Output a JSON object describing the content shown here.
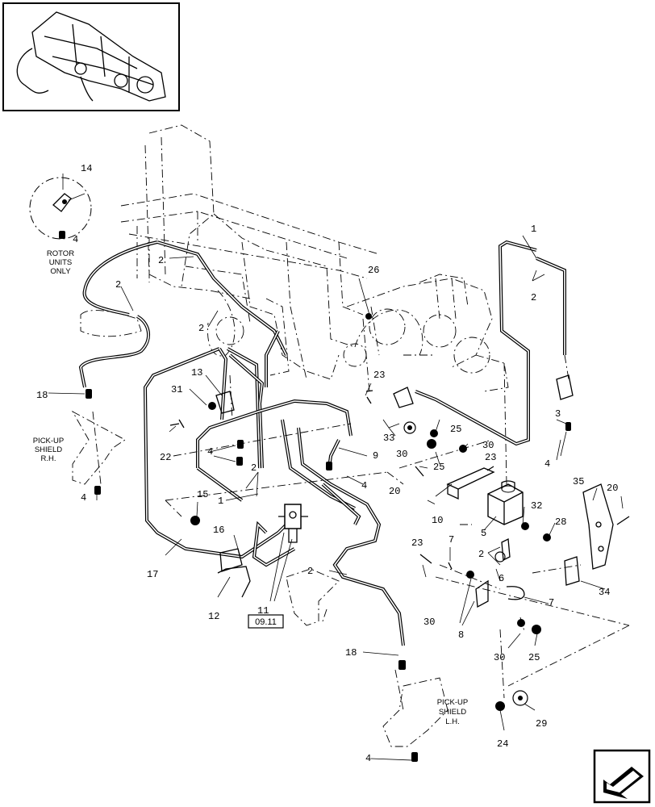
{
  "callouts": [
    "1",
    "2",
    "3",
    "4",
    "5",
    "6",
    "7",
    "8",
    "9",
    "10",
    "11",
    "12",
    "13",
    "14",
    "15",
    "16",
    "17",
    "18",
    "20",
    "22",
    "23",
    "24",
    "25",
    "26",
    "28",
    "29",
    "30",
    "31",
    "32",
    "33",
    "34",
    "35"
  ],
  "notes": {
    "rotor_line1": "ROTOR",
    "rotor_line2": "UNITS",
    "rotor_line3": "ONLY",
    "shield_rh_line1": "PICK-UP",
    "shield_rh_line2": "SHIELD",
    "shield_rh_line3": "R.H.",
    "shield_lh_line1": "PICK-UP",
    "shield_lh_line2": "SHIELD",
    "shield_lh_line3": "L.H."
  },
  "reference_box": "09.11",
  "nav_icon": "arrow-back-icon"
}
